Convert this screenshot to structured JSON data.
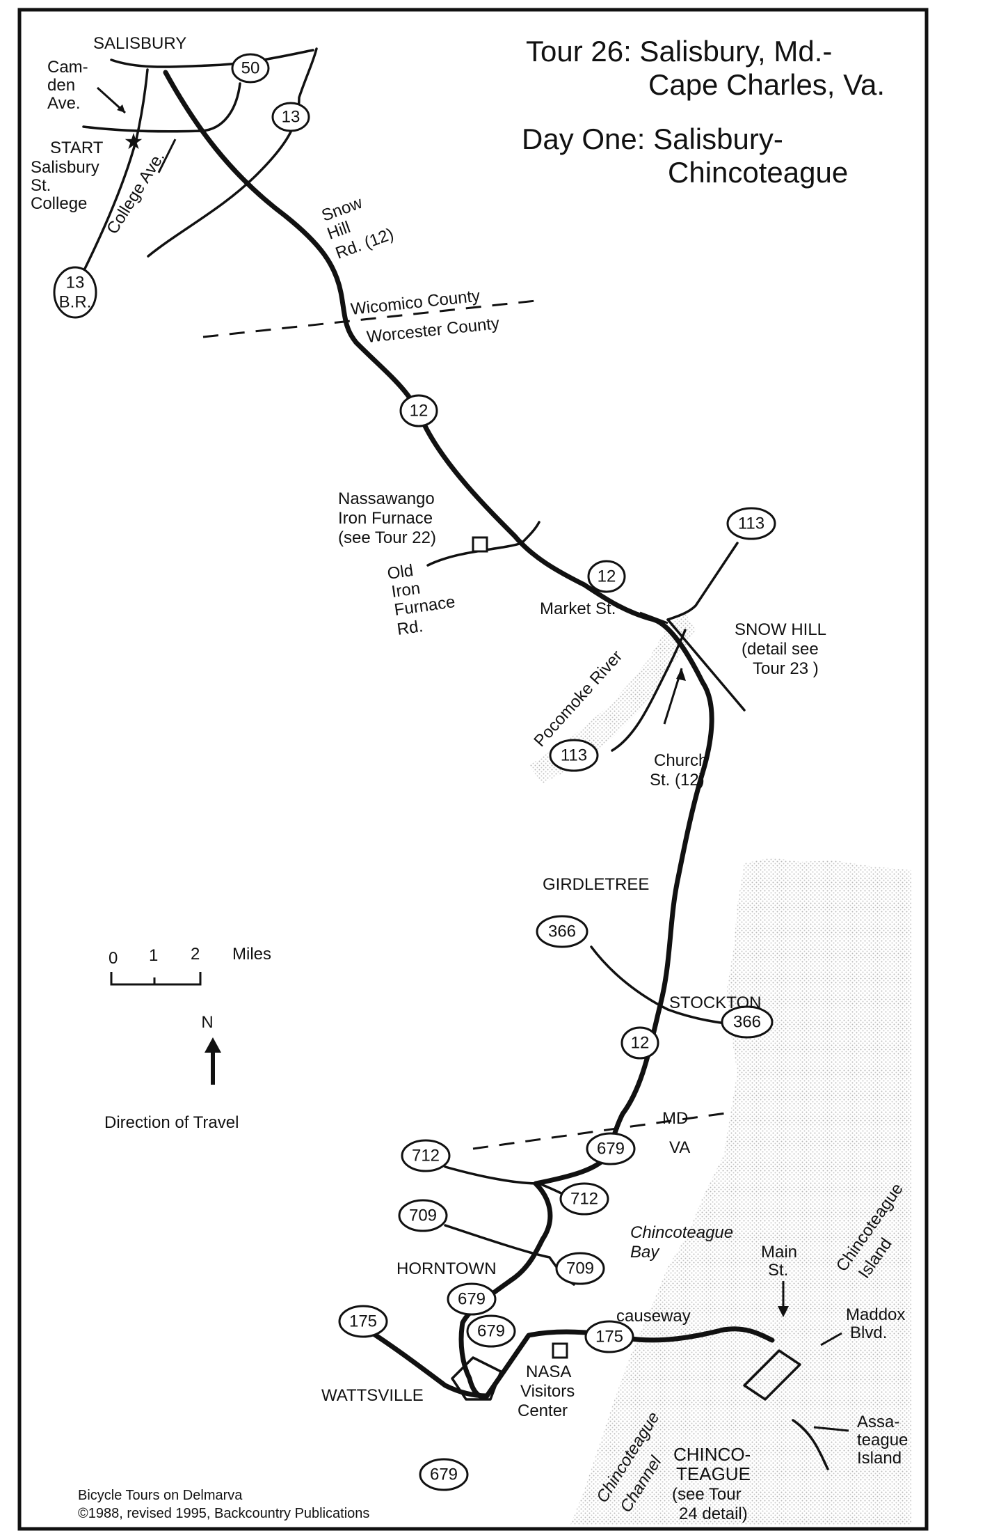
{
  "title": {
    "line1": "Tour 26: Salisbury, Md.-",
    "line2": "Cape Charles, Va.",
    "line3": "Day One: Salisbury-",
    "line4": "Chincoteague"
  },
  "places": {
    "salisbury": "SALISBURY",
    "camden_1": "Cam-",
    "camden_2": "den",
    "camden_3": "Ave.",
    "start": "START",
    "college_1": "Salisbury",
    "college_2": "St.",
    "college_3": "College",
    "college_ave": "College Ave.",
    "snow_hill_rd_1": "Snow",
    "snow_hill_rd_2": "Hill",
    "snow_hill_rd_3": "Rd. (12)",
    "wicomico": "Wicomico County",
    "worcester": "Worcester County",
    "nassawango_1": "Nassawango",
    "nassawango_2": "Iron Furnace",
    "nassawango_3": "(see Tour 22)",
    "old_iron_1": "Old",
    "old_iron_2": "Iron",
    "old_iron_3": "Furnace",
    "old_iron_4": "Rd.",
    "market_st": "Market St.",
    "snow_hill_1": "SNOW HILL",
    "snow_hill_2": "(detail see",
    "snow_hill_3": "Tour 23 )",
    "pocomoke": "Pocomoke River",
    "church_1": "Church",
    "church_2": "St. (12)",
    "girdletree": "GIRDLETREE",
    "stockton": "STOCKTON",
    "md": "MD",
    "va": "VA",
    "chincoteague_bay_1": "Chincoteague",
    "chincoteague_bay_2": "Bay",
    "horntown": "HORNTOWN",
    "wattsville": "WATTSVILLE",
    "nasa_1": "NASA",
    "nasa_2": "Visitors",
    "nasa_3": "Center",
    "causeway": "causeway",
    "main_st_1": "Main",
    "main_st_2": "St.",
    "chincoteague_island_1": "Chincoteague",
    "chincoteague_island_2": "Island",
    "maddox_1": "Maddox",
    "maddox_2": "Blvd.",
    "assateague_1": "Assa-",
    "assateague_2": "teague",
    "assateague_3": "Island",
    "chincoteague_channel_1": "Chincoteague",
    "chincoteague_channel_2": "Channel",
    "chincoteague_town_1": "CHINCO-",
    "chincoteague_town_2": "TEAGUE",
    "chincoteague_town_3": "(see Tour",
    "chincoteague_town_4": "24 detail)"
  },
  "route_shields": {
    "r50": "50",
    "r13": "13",
    "r13br_1": "13",
    "r13br_2": "B.R.",
    "r12_a": "12",
    "r12_b": "12",
    "r12_c": "12",
    "r113_a": "113",
    "r113_b": "113",
    "r366_a": "366",
    "r366_b": "366",
    "r679_a": "679",
    "r679_b": "679",
    "r679_c": "679",
    "r679_d": "679",
    "r712_a": "712",
    "r712_b": "712",
    "r709_a": "709",
    "r709_b": "709",
    "r175_a": "175",
    "r175_b": "175"
  },
  "legend": {
    "scale_0": "0",
    "scale_1": "1",
    "scale_2": "2",
    "scale_unit": "Miles",
    "north": "N",
    "direction": "Direction of Travel"
  },
  "footer": {
    "line1": "Bicycle Tours on Delmarva",
    "line2": "©1988, revised 1995, Backcountry Publications"
  }
}
